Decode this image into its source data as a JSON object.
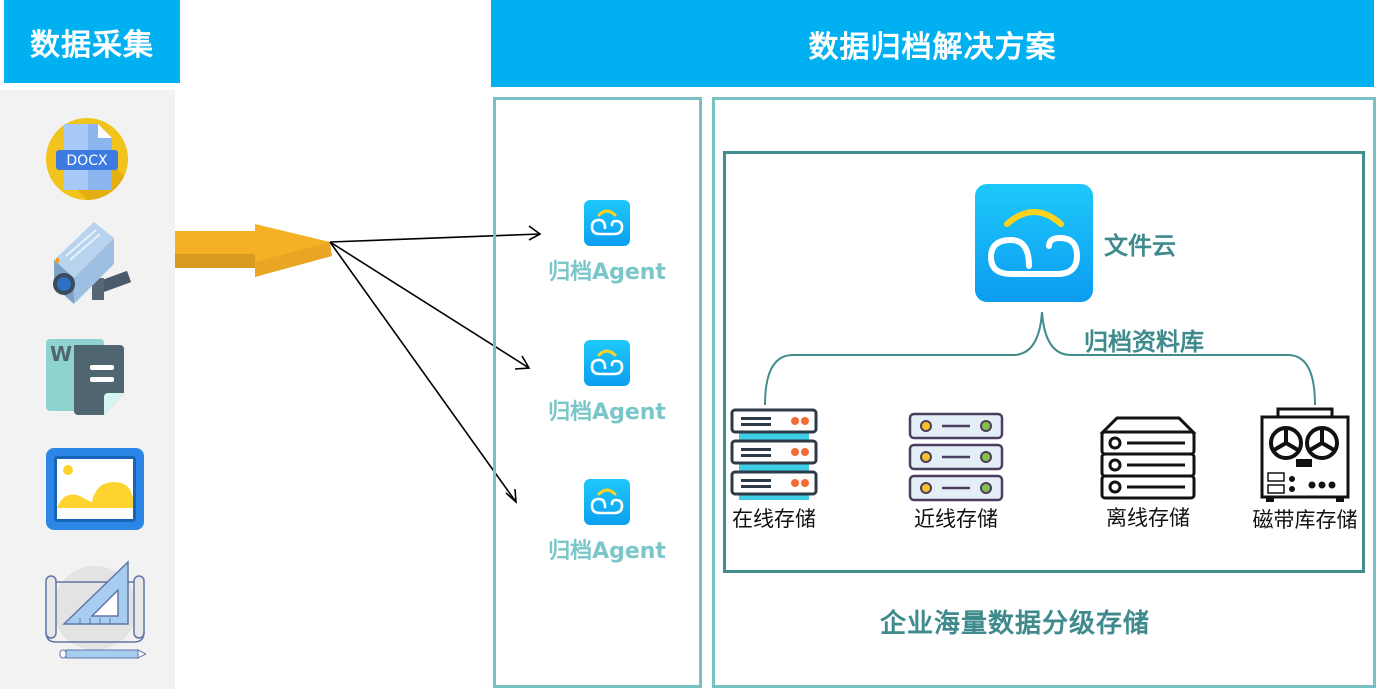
{
  "headers": {
    "collection": "数据采集",
    "solution": "数据归档解决方案"
  },
  "sources": [
    {
      "icon": "docx-file-icon",
      "label": "DOCX"
    },
    {
      "icon": "surveillance-camera-icon"
    },
    {
      "icon": "word-document-icon",
      "label": "W"
    },
    {
      "icon": "image-file-icon"
    },
    {
      "icon": "blueprint-drawing-icon"
    }
  ],
  "agents": [
    {
      "label": "归档Agent"
    },
    {
      "label": "归档Agent"
    },
    {
      "label": "归档Agent"
    }
  ],
  "cloud": {
    "label": "文件云"
  },
  "repository": {
    "label": "归档资料库"
  },
  "storage": [
    {
      "icon": "online-server-icon",
      "label": "在线存储"
    },
    {
      "icon": "nearline-server-icon",
      "label": "近线存储"
    },
    {
      "icon": "offline-server-icon",
      "label": "离线存储"
    },
    {
      "icon": "tape-library-icon",
      "label": "磁带库存储"
    }
  ],
  "footer": {
    "label": "企业海量数据分级存储"
  },
  "colors": {
    "header_blue": "#00b0f0",
    "panel_border": "#78c1c3",
    "repo_border": "#438c8c",
    "agent_text": "#7ac6c8",
    "teal_text": "#3e8a8c",
    "arrow_orange": "#f5b025"
  }
}
